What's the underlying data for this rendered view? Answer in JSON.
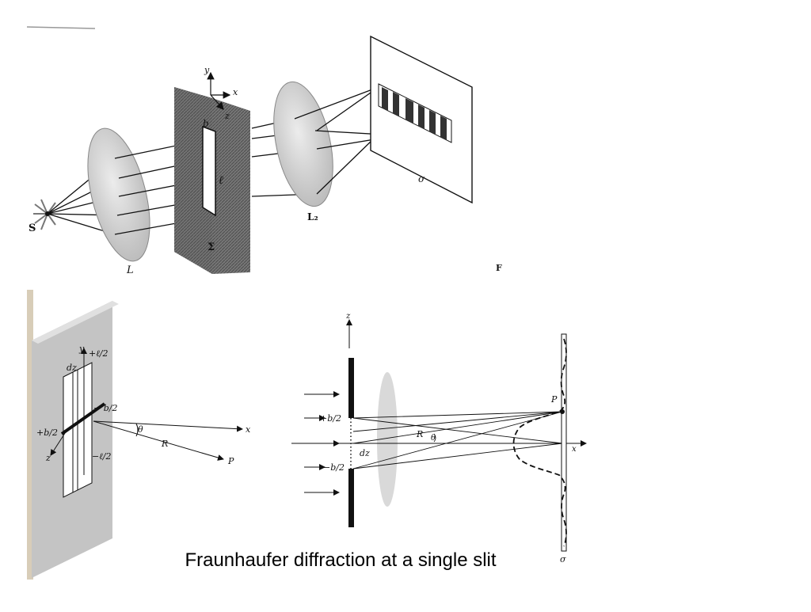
{
  "caption": "Fraunhaufer diffraction at a single slit",
  "top_figure": {
    "labels": {
      "source": "S",
      "lens1": "L",
      "aperture": "Σ",
      "lens2": "L₂",
      "screen": "σ",
      "axis_y": "y",
      "axis_x": "x",
      "axis_z": "z",
      "slit_width": "b",
      "slit_length": "ℓ",
      "corner_tag": "F"
    }
  },
  "bottom_left_figure": {
    "labels": {
      "axis_y": "y",
      "axis_x": "x",
      "axis_z": "z",
      "plus_l2": "+ℓ/2",
      "minus_l2": "−ℓ/2",
      "plus_b2": "+b/2",
      "minus_b2": "− b/2",
      "dz": "dz",
      "theta": "θ",
      "R": "R",
      "P": "P"
    }
  },
  "bottom_right_figure": {
    "labels": {
      "axis_z": "z",
      "axis_x": "x",
      "plus_b2": "+b/2",
      "minus_b2": "−b/2",
      "dz": "dz",
      "R": "R",
      "theta": "θ",
      "P": "P",
      "screen": "σ"
    }
  },
  "colors": {
    "ink": "#111111",
    "plate": "#6b6b6b",
    "lens": "#d9d9d9",
    "paper_edge": "#cfc7b8"
  }
}
